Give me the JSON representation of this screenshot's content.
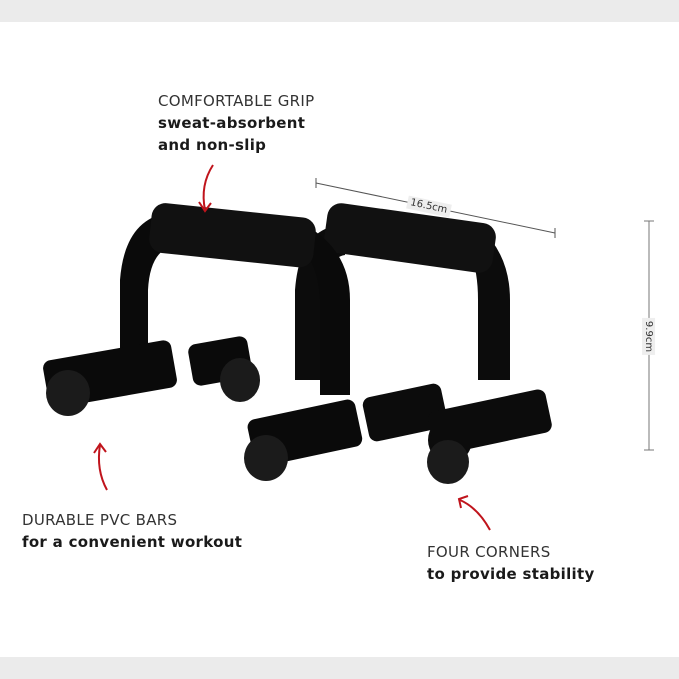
{
  "callouts": {
    "grip": {
      "title": "COMFORTABLE GRIP",
      "line1": "sweat-absorbent",
      "line2": "and non-slip"
    },
    "bars": {
      "title": "DURABLE PVC BARS",
      "line1": "for a convenient workout"
    },
    "corners": {
      "title": "FOUR CORNERS",
      "line1": "to provide stability"
    }
  },
  "dimensions": {
    "width": "16.5cm",
    "height": "9.9cm"
  },
  "colors": {
    "arrow": "#c0141c",
    "band": "#ebebeb",
    "product": "#0c0c0c"
  }
}
